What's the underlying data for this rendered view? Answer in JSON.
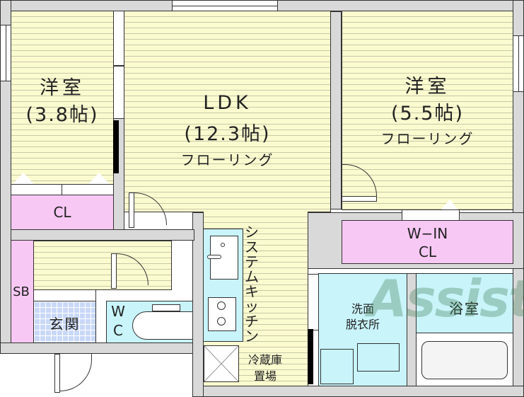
{
  "floorplan": {
    "rooms": {
      "western_room_small": {
        "name": "洋室",
        "size": "(3.8帖)"
      },
      "ldk": {
        "name": "LDK",
        "size": "(12.3帖)",
        "flooring": "フローリング"
      },
      "western_room_large": {
        "name": "洋室",
        "size": "(5.5帖)",
        "flooring": "フローリング"
      },
      "closet": {
        "name": "CL"
      },
      "walk_in_closet": {
        "line1": "W−IN",
        "line2": "CL"
      },
      "shoe_box": {
        "name": "SB"
      },
      "entrance": {
        "name": "玄関"
      },
      "toilet": {
        "line1": "W",
        "line2": "C"
      },
      "system_kitchen": {
        "name": "システムキッチン",
        "chars": [
          "シ",
          "ス",
          "テ",
          "ム",
          "キ",
          "ッ",
          "チ",
          "ン"
        ]
      },
      "fridge_space": {
        "line1": "冷蔵庫",
        "line2": "置場"
      },
      "washroom": {
        "line1": "洗面",
        "line2": "脱衣所"
      },
      "bathroom": {
        "name": "浴室"
      }
    },
    "watermark": {
      "text": "Assist",
      "color": "#5a8a6a"
    },
    "colors": {
      "floor": "#fbfbd0",
      "closet": "#f8c8f4",
      "wet_area": "#c8f4fa",
      "entrance_tile": "#c9d8f8",
      "wall": "#d9d9d9"
    }
  }
}
